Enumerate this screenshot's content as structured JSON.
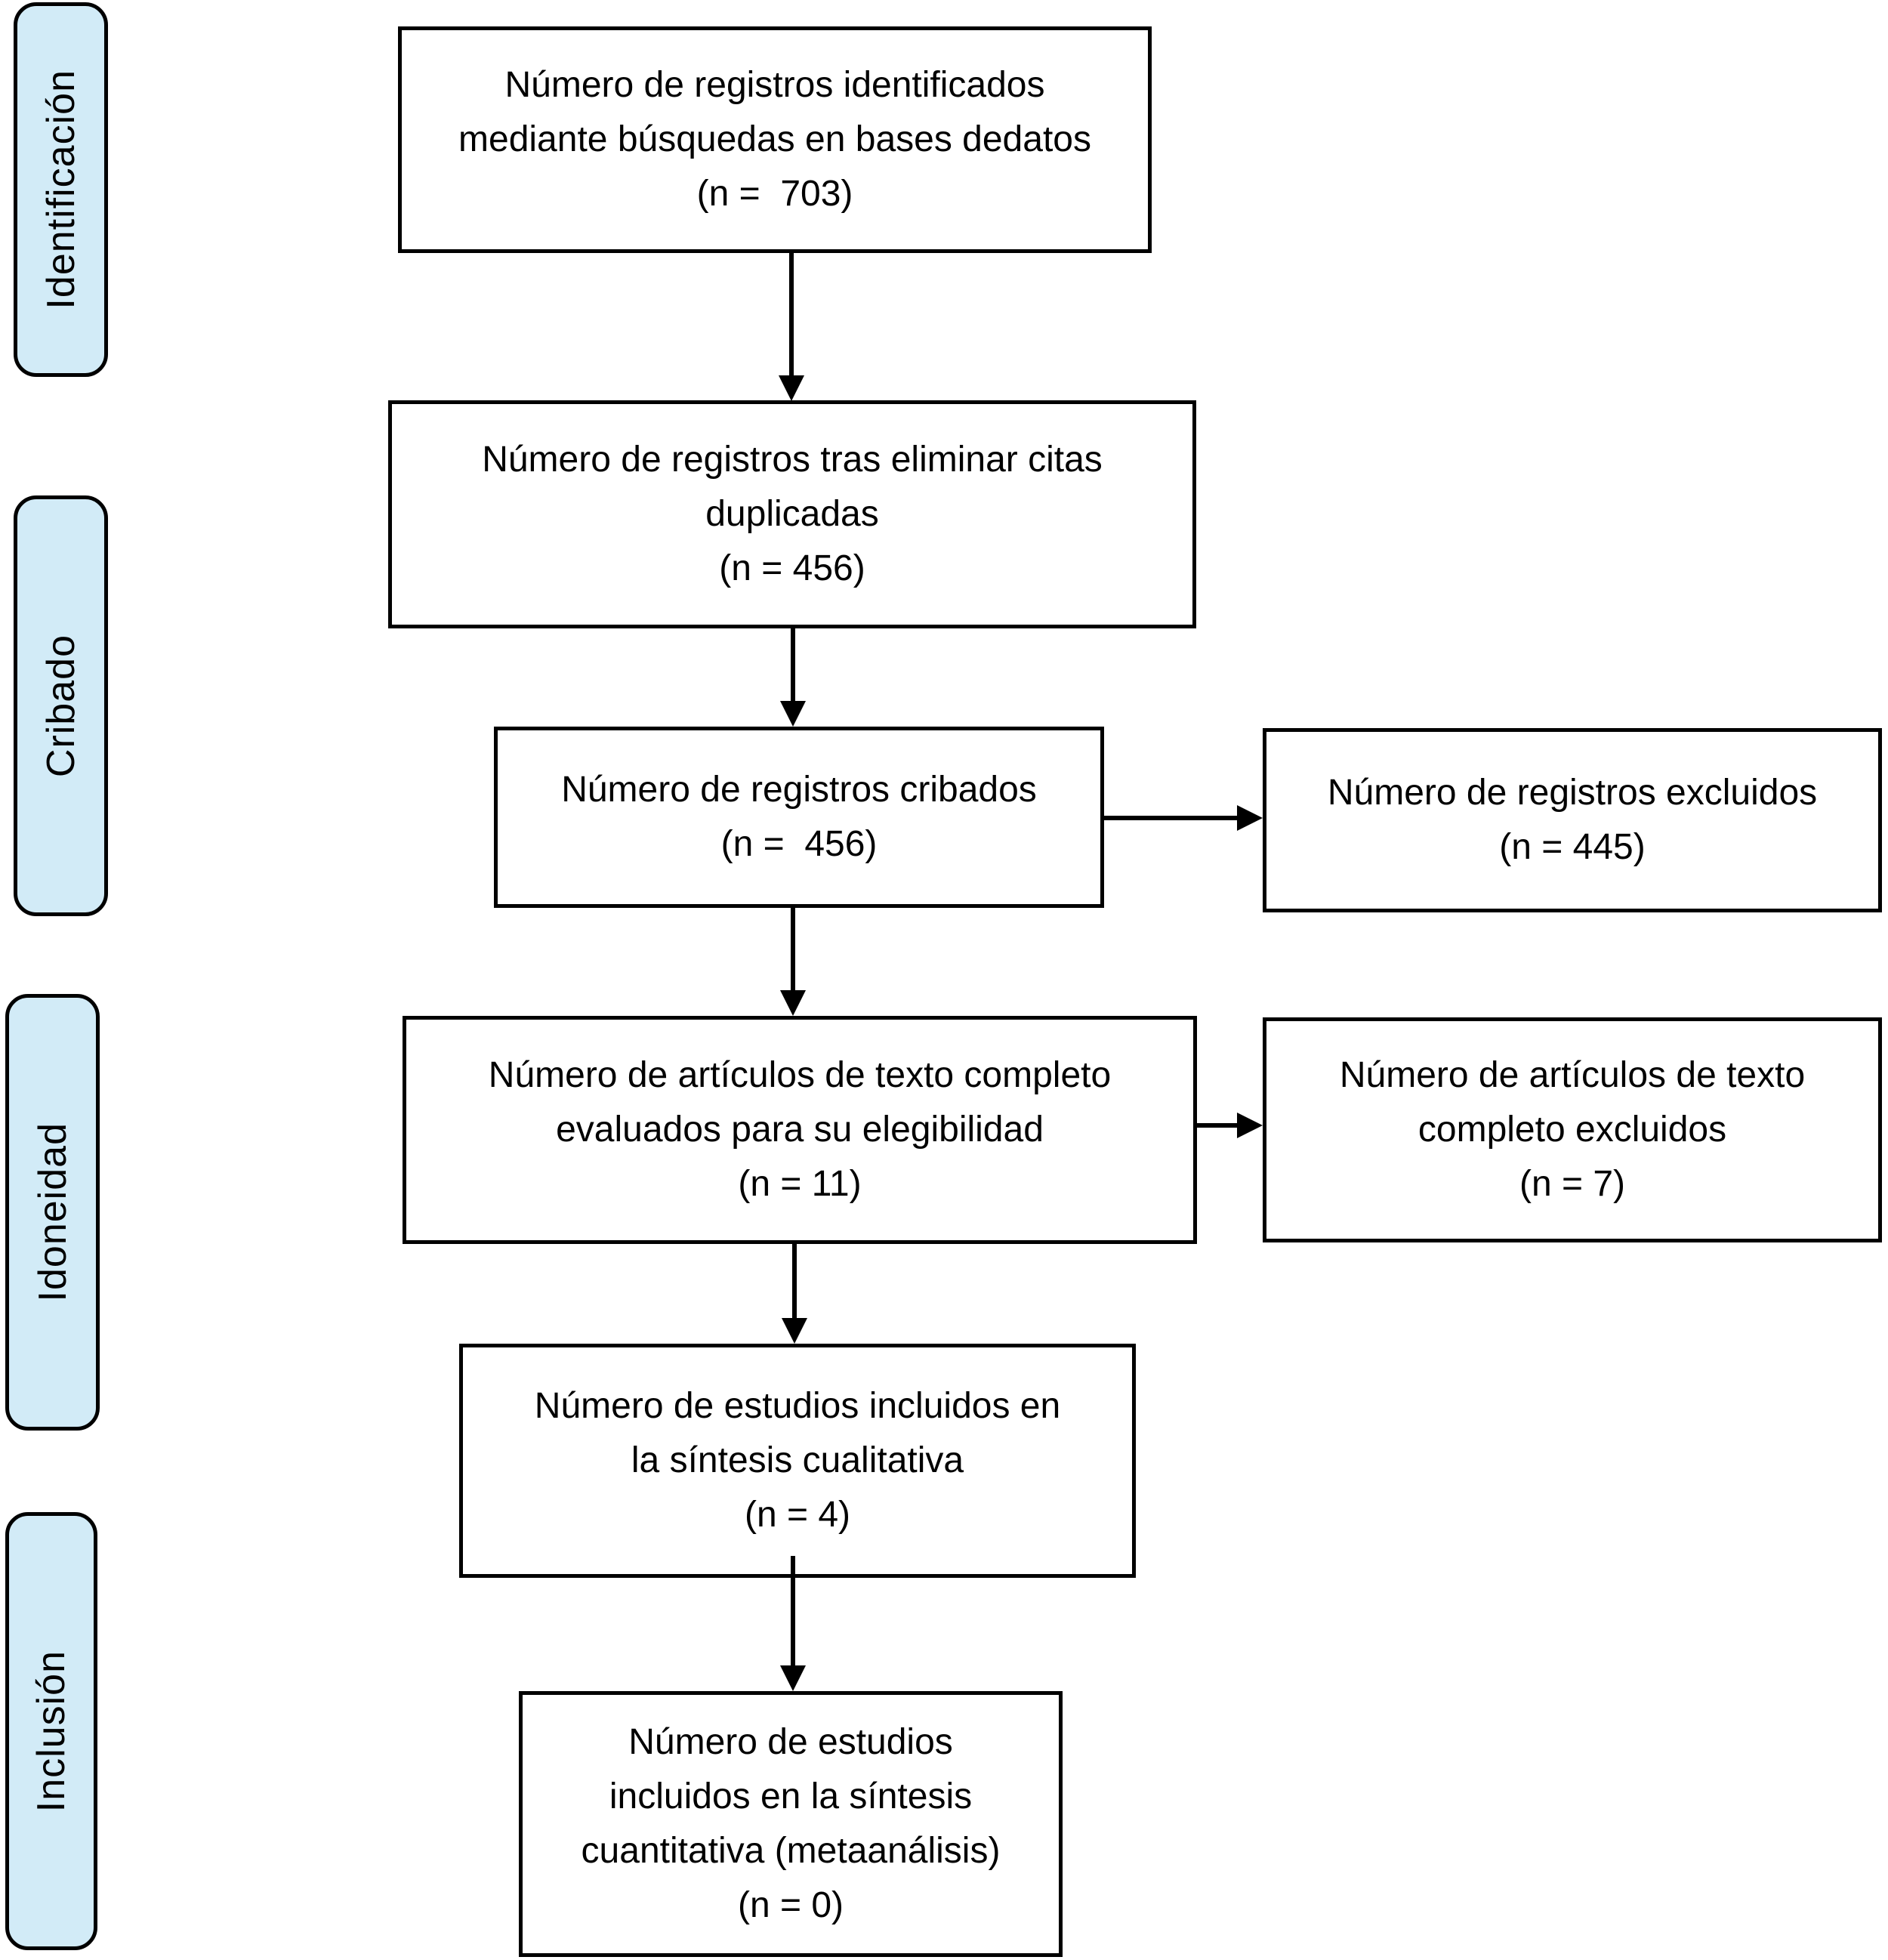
{
  "diagram": {
    "kind": "prisma-flow-diagram",
    "language": "es"
  },
  "colors": {
    "stage_fill": "#d2ebf7",
    "line": "#000000",
    "background": "#ffffff"
  },
  "sidebar": {
    "stages": [
      {
        "label": "Identificación"
      },
      {
        "label": "Cribado"
      },
      {
        "label": "Idoneidad"
      },
      {
        "label": "Inclusión"
      }
    ]
  },
  "boxes": {
    "identified": {
      "n": 703,
      "lines": [
        "Número de registros identificados",
        "mediante búsquedas en bases dedatos",
        "(n =  703)"
      ]
    },
    "deduplicated": {
      "n": 456,
      "lines": [
        "Número de registros tras eliminar citas",
        "duplicadas",
        "(n = 456)"
      ]
    },
    "screened": {
      "n": 456,
      "lines": [
        "Número de registros cribados",
        "(n =  456)"
      ]
    },
    "records_excluded": {
      "n": 445,
      "lines": [
        "Número de registros excluidos",
        "(n = 445)"
      ]
    },
    "fulltext_assessed": {
      "n": 11,
      "lines": [
        "Número de artículos de texto completo",
        "evaluados para su elegibilidad",
        "(n = 11)"
      ]
    },
    "fulltext_excluded": {
      "n": 7,
      "lines": [
        "Número de artículos de texto",
        "completo excluidos",
        "(n = 7)"
      ]
    },
    "qualitative_included": {
      "n": 4,
      "lines": [
        "Número de estudios incluidos en",
        "la síntesis cualitativa",
        "(n = 4)"
      ]
    },
    "quantitative_included": {
      "n": 0,
      "lines": [
        "Número de estudios",
        "incluidos en la síntesis",
        "cuantitativa (metaanálisis)",
        "(n = 0)"
      ]
    }
  }
}
